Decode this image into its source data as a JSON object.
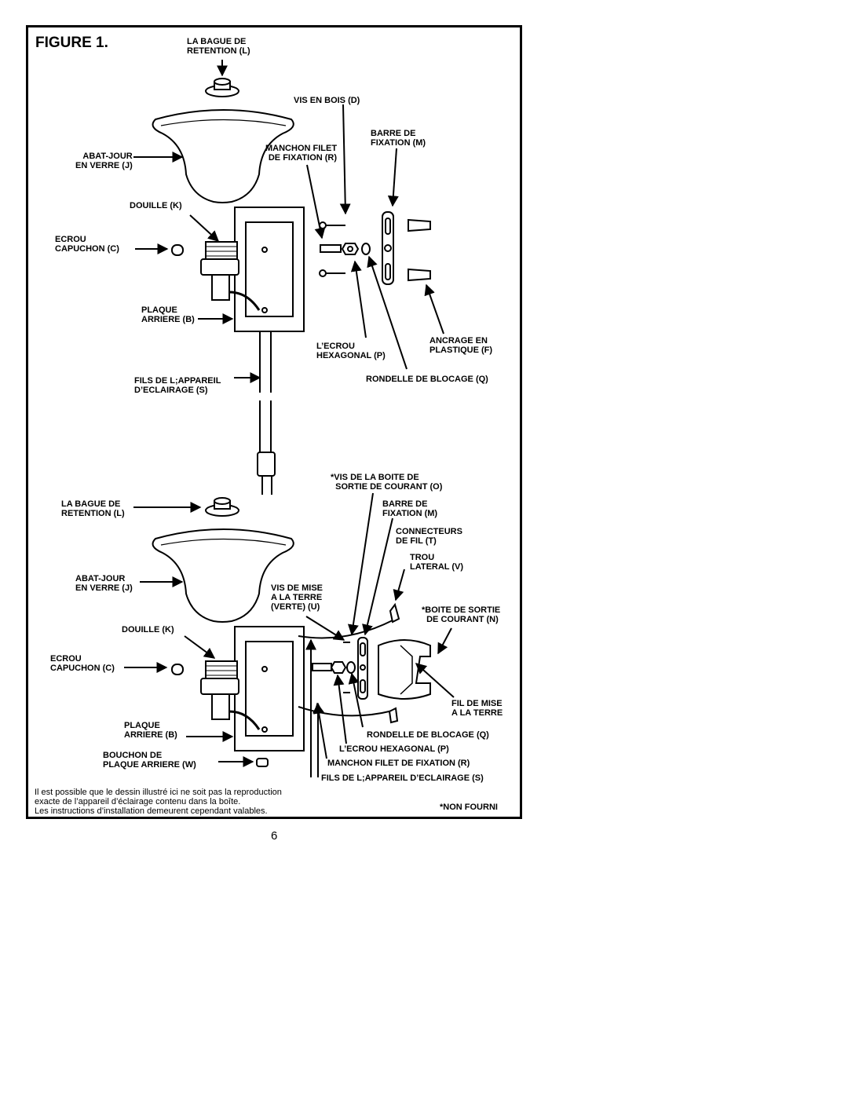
{
  "figure": {
    "title": "FIGURE 1.",
    "page_number": "6",
    "disclaimer": "Il est possible que le dessin illustré ici ne soit pas la reproduction\nexacte de l’appareil d’éclairage contenu dans la boîte.\nLes instructions d’installation demeurent cependant valables.",
    "not_supplied_note": "*NON FOURNI"
  },
  "top_labels": {
    "retaining_ring": "LA BAGUE DE\nRETENTION (L)",
    "wood_screw": "VIS EN BOIS (D)",
    "mounting_bar": "BARRE DE\nFIXATION (M)",
    "threaded_nipple": "MANCHON FILET\nDE FIXATION (R)",
    "glass_shade": "ABAT-JOUR\nEN VERRE (J)",
    "socket": "DOUILLE (K)",
    "cap_nut": "ECROU\nCAPUCHON (C)",
    "backplate": "PLAQUE\nARRIERE (B)",
    "hex_nut": "L’ECROU\nHEXAGONAL (P)",
    "plastic_anchor": "ANCRAGE EN\nPLASTIQUE (F)",
    "lock_washer": "RONDELLE DE BLOCAGE (Q)",
    "fixture_wires": "FILS DE L;APPAREIL\nD’ECLAIRAGE (S)"
  },
  "bottom_labels": {
    "outlet_box_screws": "*VIS DE LA BOITE DE\n  SORTIE DE COURANT (O)",
    "retaining_ring": "LA BAGUE DE\nRETENTION (L)",
    "mounting_bar": "BARRE DE\nFIXATION (M)",
    "wire_connectors": "CONNECTEURS\nDE FIL (T)",
    "side_hole": "TROU\nLATERAL (V)",
    "glass_shade": "ABAT-JOUR\nEN VERRE (J)",
    "ground_screw": "VIS DE MISE\nA LA TERRE\n(VERTE) (U)",
    "outlet_box": "*BOITE DE SORTIE\n  DE COURANT (N)",
    "socket": "DOUILLE (K)",
    "cap_nut": "ECROU\nCAPUCHON (C)",
    "ground_wire": "FIL DE MISE\nA LA TERRE",
    "backplate": "PLAQUE\nARRIERE (B)",
    "lock_washer": "RONDELLE DE BLOCAGE (Q)",
    "backplate_plug": "BOUCHON DE\nPLAQUE ARRIERE (W)",
    "hex_nut": "L’ECROU HEXAGONAL (P)",
    "threaded_nipple": "MANCHON FILET DE FIXATION (R)",
    "fixture_wires": "FILS DE L;APPAREIL D’ECLAIRAGE (S)"
  }
}
